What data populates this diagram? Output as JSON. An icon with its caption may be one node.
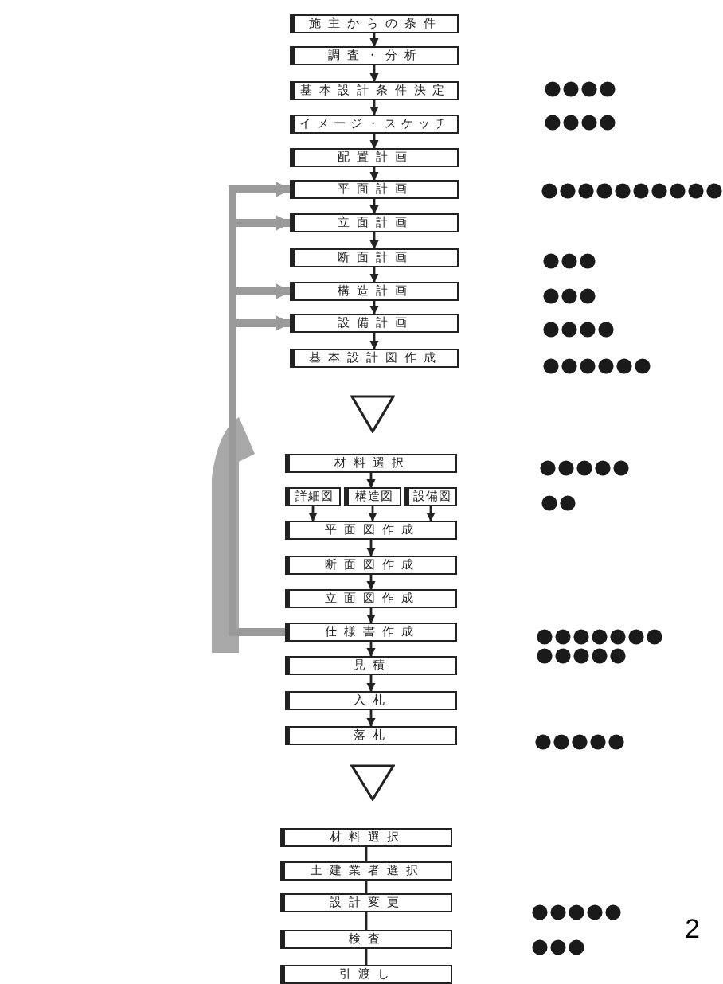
{
  "diagram": {
    "nodes": [
      {
        "text": [
          "施主からの条件"
        ]
      },
      {
        "text": [
          "調査・分析"
        ]
      },
      {
        "text": [
          "基本設計条件決定"
        ]
      },
      {
        "text": [
          "イメージ・スケッチ"
        ]
      },
      {
        "text": [
          "配置計画"
        ]
      },
      {
        "text": [
          "平面計画"
        ]
      },
      {
        "text": [
          "立面計画"
        ]
      },
      {
        "text": [
          "断面計画"
        ]
      },
      {
        "text": [
          "構造計画"
        ]
      },
      {
        "text": [
          "設備計画"
        ]
      },
      {
        "text": [
          "基本設計図作成"
        ]
      },
      {
        "text": [],
        "shape": "triangle"
      },
      {
        "text": [
          "材料選択"
        ]
      },
      {
        "text": [
          "詳細図"
        ]
      },
      {
        "text": [
          "構造図"
        ]
      },
      {
        "text": [
          "設備図"
        ]
      },
      {
        "text": [
          "平面図作成"
        ]
      },
      {
        "text": [
          "断面図作成"
        ]
      },
      {
        "text": [
          "立面図作成"
        ]
      },
      {
        "text": [
          "仕様書作成"
        ]
      },
      {
        "text": [
          "見積"
        ]
      },
      {
        "text": [
          "入札"
        ]
      },
      {
        "text": [
          "落札"
        ]
      },
      {
        "text": [],
        "shape": "triangle"
      },
      {
        "text": [
          "材料選択"
        ]
      },
      {
        "text": [
          "土建業者選択"
        ]
      },
      {
        "text": [
          "設計変更"
        ]
      },
      {
        "text": [
          "検査"
        ]
      },
      {
        "text": [
          "引渡し"
        ]
      }
    ],
    "edges": [
      {
        "from": 0,
        "to": 1,
        "arrow": "to"
      },
      {
        "from": 1,
        "to": 2,
        "arrow": "to"
      },
      {
        "from": 2,
        "to": 3,
        "arrow": "to"
      },
      {
        "from": 3,
        "to": 4,
        "arrow": "to"
      },
      {
        "from": 4,
        "to": 5,
        "arrow": "to"
      },
      {
        "from": 5,
        "to": 6,
        "arrow": "to"
      },
      {
        "from": 6,
        "to": 7,
        "arrow": "to"
      },
      {
        "from": 7,
        "to": 8,
        "arrow": "to"
      },
      {
        "from": 8,
        "to": 9,
        "arrow": "to"
      },
      {
        "from": 9,
        "to": 10,
        "arrow": "to"
      },
      {
        "from": 12,
        "to": 14,
        "arrow": "to"
      },
      {
        "from": 13,
        "to": 16,
        "arrow": "to"
      },
      {
        "from": 14,
        "to": 16,
        "arrow": "to"
      },
      {
        "from": 15,
        "to": 16,
        "arrow": "to"
      },
      {
        "from": 16,
        "to": 17,
        "arrow": "to"
      },
      {
        "from": 17,
        "to": 18,
        "arrow": "to"
      },
      {
        "from": 18,
        "to": 19,
        "arrow": "to"
      },
      {
        "from": 19,
        "to": 20,
        "arrow": "to"
      },
      {
        "from": 20,
        "to": 21,
        "arrow": "to"
      },
      {
        "from": 21,
        "to": 22,
        "arrow": "to"
      },
      {
        "from": 24,
        "to": 25,
        "arrow": "none"
      },
      {
        "from": 25,
        "to": 26,
        "arrow": "none"
      },
      {
        "from": 26,
        "to": 27,
        "arrow": "none"
      },
      {
        "from": 27,
        "to": 28,
        "arrow": "none"
      },
      {
        "from": 19,
        "to": 5,
        "arrow": "to",
        "style": "thick",
        "color": "#9a9a9a"
      },
      {
        "from": 19,
        "to": 6,
        "arrow": "to",
        "style": "thick",
        "color": "#9a9a9a"
      },
      {
        "from": 19,
        "to": 8,
        "arrow": "to",
        "style": "thick",
        "color": "#9a9a9a"
      },
      {
        "from": 19,
        "to": 9,
        "arrow": "to",
        "style": "thick",
        "color": "#9a9a9a"
      }
    ],
    "labels": [
      "2"
    ]
  }
}
